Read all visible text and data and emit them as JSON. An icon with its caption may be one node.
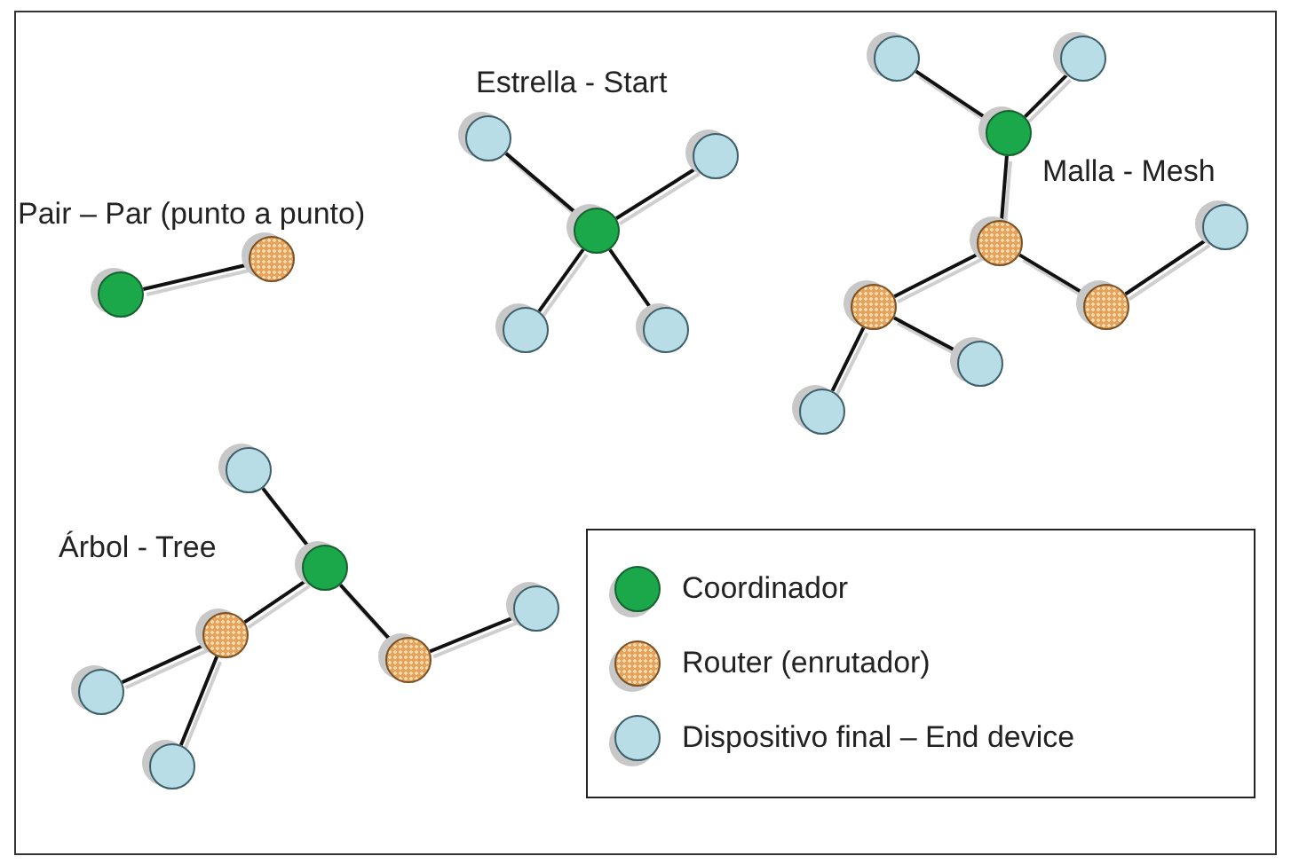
{
  "diagram": {
    "nodes": [
      {
        "text": [],
        "shape": "circle"
      },
      {
        "text": [],
        "shape": "circle"
      },
      {
        "text": [],
        "shape": "circle"
      },
      {
        "text": [],
        "shape": "circle"
      },
      {
        "text": [],
        "shape": "circle"
      },
      {
        "text": [],
        "shape": "circle"
      },
      {
        "text": [],
        "shape": "circle"
      },
      {
        "text": [],
        "shape": "circle"
      },
      {
        "text": [],
        "shape": "circle"
      },
      {
        "text": [],
        "shape": "circle"
      },
      {
        "text": [],
        "shape": "circle"
      },
      {
        "text": [],
        "shape": "circle"
      },
      {
        "text": [],
        "shape": "circle"
      },
      {
        "text": [],
        "shape": "circle"
      },
      {
        "text": [],
        "shape": "circle"
      },
      {
        "text": [],
        "shape": "circle"
      },
      {
        "text": [],
        "shape": "circle"
      },
      {
        "text": [],
        "shape": "circle"
      },
      {
        "text": [],
        "shape": "circle"
      },
      {
        "text": [],
        "shape": "circle"
      },
      {
        "text": [],
        "shape": "circle"
      },
      {
        "text": [],
        "shape": "circle"
      },
      {
        "text": [],
        "shape": "circle"
      }
    ],
    "edges": [
      {
        "from": 0,
        "to": 1,
        "arrow": "none"
      },
      {
        "from": 4,
        "to": 2,
        "arrow": "none"
      },
      {
        "from": 4,
        "to": 3,
        "arrow": "none"
      },
      {
        "from": 4,
        "to": 5,
        "arrow": "none"
      },
      {
        "from": 4,
        "to": 6,
        "arrow": "none"
      },
      {
        "from": 9,
        "to": 7,
        "arrow": "none"
      },
      {
        "from": 9,
        "to": 8,
        "arrow": "none"
      },
      {
        "from": 9,
        "to": 11,
        "arrow": "none"
      },
      {
        "from": 11,
        "to": 12,
        "arrow": "none"
      },
      {
        "from": 11,
        "to": 13,
        "arrow": "none"
      },
      {
        "from": 13,
        "to": 10,
        "arrow": "none"
      },
      {
        "from": 12,
        "to": 14,
        "arrow": "none"
      },
      {
        "from": 12,
        "to": 15,
        "arrow": "none"
      },
      {
        "from": 18,
        "to": 16,
        "arrow": "none"
      },
      {
        "from": 18,
        "to": 19,
        "arrow": "none"
      },
      {
        "from": 18,
        "to": 20,
        "arrow": "none"
      },
      {
        "from": 19,
        "to": 17,
        "arrow": "none"
      },
      {
        "from": 19,
        "to": 22,
        "arrow": "none"
      },
      {
        "from": 20,
        "to": 21,
        "arrow": "none"
      }
    ],
    "labels": [
      "Estrella - Start",
      "Pair – Par (punto a punto)",
      "Malla - Mesh",
      "Árbol - Tree"
    ],
    "legend": [
      {
        "text": "Coordinador",
        "color": "#1aa84a"
      },
      {
        "text": "Router (enrutador)",
        "color": "#e8a35a"
      },
      {
        "text": "Dispositivo final – End device",
        "color": "#b9dde6"
      }
    ]
  }
}
